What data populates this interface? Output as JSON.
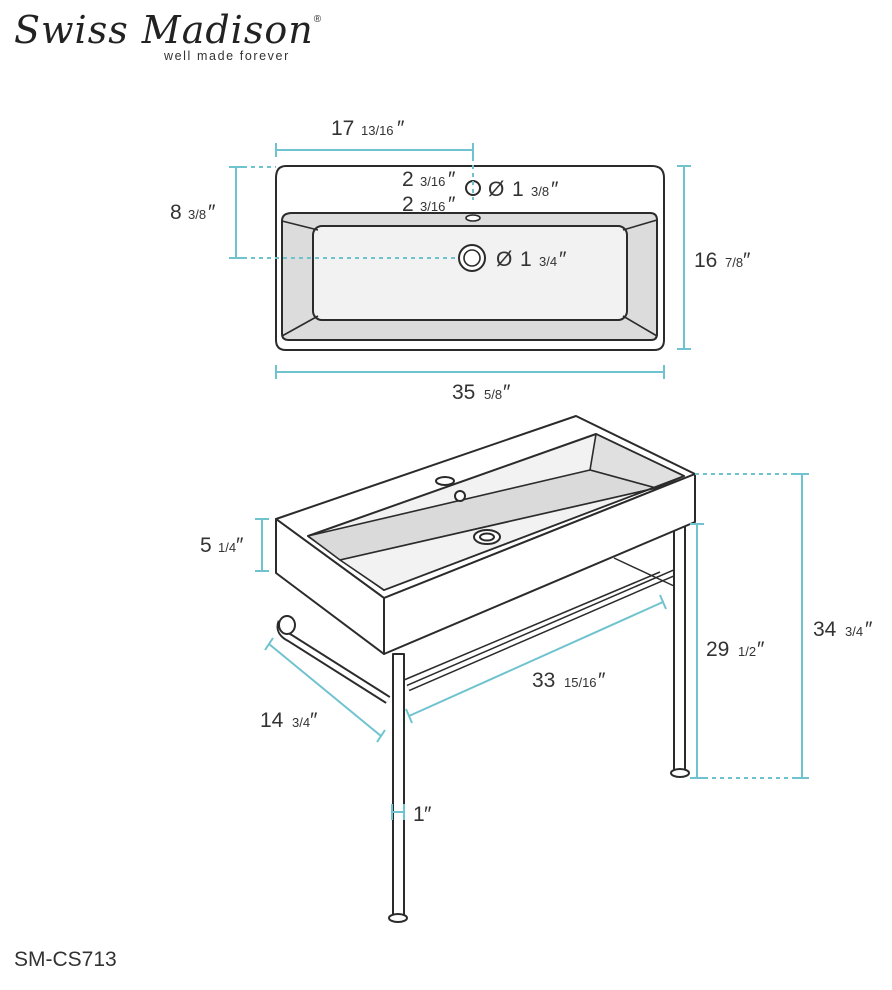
{
  "brand": {
    "name": "Swiss Madison",
    "tagline": "well made forever",
    "registered": "®"
  },
  "model": "SM-CS713",
  "colors": {
    "dimension_line": "#6fc3cf",
    "outline": "#2b2b2b",
    "basin_fill": "#dcdcdc",
    "bowl_fill": "#f2f2f2"
  },
  "top_view": {
    "width": {
      "whole": "35",
      "frac": "5/8",
      "unit": "″"
    },
    "depth": {
      "whole": "16",
      "frac": "7/8",
      "unit": "″"
    },
    "faucet_offset_x": {
      "whole": "17",
      "frac": "13/16",
      "unit": "″"
    },
    "drain_offset_y": {
      "whole": "8",
      "frac": "3/8",
      "unit": "″"
    },
    "faucet_hole_upper": {
      "whole": "2",
      "frac": "3/16",
      "unit": "″"
    },
    "faucet_hole_lower": {
      "whole": "2",
      "frac": "3/16",
      "unit": "″"
    },
    "faucet_hole_diameter": {
      "prefix": "Ø",
      "whole": "1",
      "frac": "3/8",
      "unit": "″"
    },
    "drain_diameter": {
      "prefix": "Ø",
      "whole": "1",
      "frac": "3/4",
      "unit": "″"
    }
  },
  "perspective_view": {
    "basin_height": {
      "whole": "5",
      "frac": "1/4",
      "unit": "″"
    },
    "side_depth": {
      "whole": "14",
      "frac": "3/4",
      "unit": "″"
    },
    "rail_length": {
      "whole": "33",
      "frac": "15/16",
      "unit": "″"
    },
    "leg_height": {
      "whole": "29",
      "frac": "1/2",
      "unit": "″"
    },
    "total_height": {
      "whole": "34",
      "frac": "3/4",
      "unit": "″"
    },
    "leg_diameter": {
      "whole": "1",
      "frac": "",
      "unit": "″"
    }
  }
}
